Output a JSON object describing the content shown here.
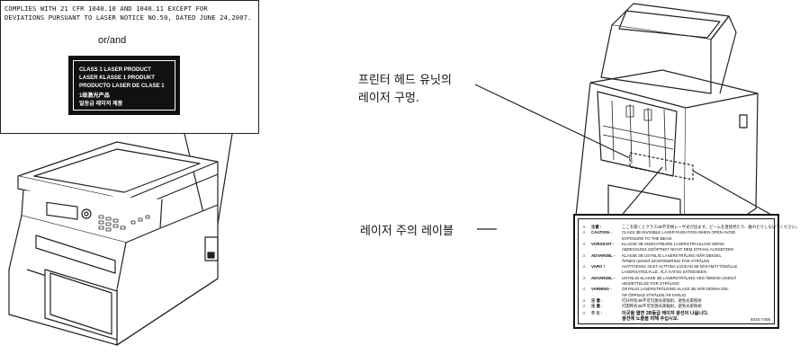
{
  "compliance_box": {
    "line1": "COMPLIES WITH 21 CFR 1040.10 AND 1040.11 EXCEPT FOR",
    "line2": "DEVIATIONS PURSUANT TO LASER NOTICE NO.50, DATED JUNE 24,2007.",
    "or_and": "or/and",
    "laser_label": {
      "l1": "CLASS 1 LASER PRODUCT",
      "l2": "LASER KLASSE 1 PRODUKT",
      "l3": "PRODUCTO LASER DE CLASE 1",
      "l4": "1级激光产品",
      "l5": "일등급 레이저 제품"
    }
  },
  "callouts": {
    "head_line1": "프린터 헤드 유닛의",
    "head_line2": "레이저 구멍.",
    "caution_label": "레이저 주의 레이블"
  },
  "warning_label": {
    "rows": [
      {
        "lang": "注意 :",
        "text": "ここを開くとクラス3B不可視レーザ光が出ます。ビームを直接見たり、触れたりしないでください。"
      },
      {
        "lang": "CAUTION -",
        "text": "CLASS 3B INVISIBLE LASER RADIATION WHEN OPEN AVOID"
      },
      {
        "lang": "",
        "text": "EXPOSURE TO THE BEAM."
      },
      {
        "lang": "VORSICHT -",
        "text": "KLASSE 3B UNSICHTBARE LASERSTRAHLUNG WENN"
      },
      {
        "lang": "",
        "text": "ABDECKUNG GEÖFFNET NICHT DEM STRAHL AUSSETZEN"
      },
      {
        "lang": "ADVARSEL -",
        "text": "KLASSE 3B USYNLIG LASERSTRÅLING NÅR DEKSEL"
      },
      {
        "lang": "",
        "text": "ÅPNES UNNGÅ EKSPONERING FOR STRÅLEN"
      },
      {
        "lang": "VARO !",
        "text": "AVATTAESSA OLET ALTTIINA LUOKAN 3B NÄKYMÄTTÖMÄLLE"
      },
      {
        "lang": "",
        "text": "LASERSÄTEILYLLE. ÄLÄ KATSO SÄTEESEEN."
      },
      {
        "lang": "ADVARSEL -",
        "text": "USYNLIG KLASSE 3B LASERSTRÅLING VED ÅBNING UNDGÅ"
      },
      {
        "lang": "",
        "text": "UDSÆTTELSE FOR STRÅLING"
      },
      {
        "lang": "VARNING -",
        "text": "OSYNLIG LASERSTRÅLNING KLASS 3B NÄR DENNA DEL"
      },
      {
        "lang": "",
        "text": "ÄR ÖPPNAD STRÅLEN ÄR FARLIG"
      },
      {
        "lang": "注 意 :",
        "text": "打开时有3B不可见激光束辐射。避免光束照射"
      },
      {
        "lang": "注 意 :",
        "text": "打開時有3B不可見激光束輻射。避免光束照射"
      },
      {
        "lang": "주 의 :",
        "text": "이곳을 열면 3B등급 레이저 광선이 나옵니다."
      },
      {
        "lang": "",
        "text": "광선에 노출을 피해 주십시오."
      }
    ],
    "code": "4034-7405"
  }
}
